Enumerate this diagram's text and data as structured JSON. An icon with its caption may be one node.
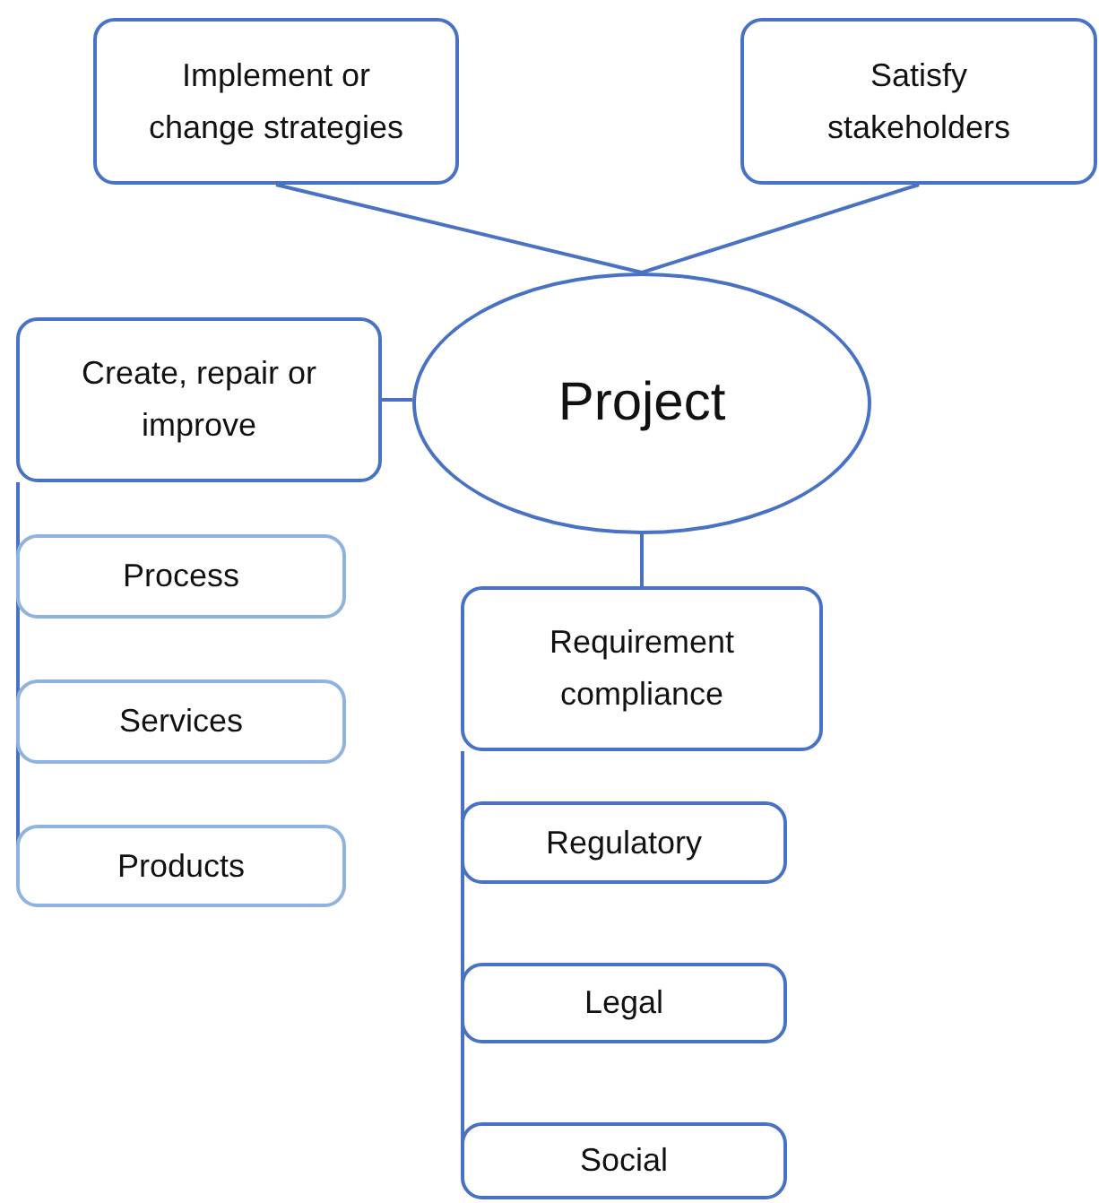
{
  "diagram": {
    "nodes": [
      {
        "text": [
          "Implement or change strategies"
        ]
      },
      {
        "text": [
          "Satisfy stakeholders"
        ]
      },
      {
        "text": [
          "Create, repair or improve"
        ]
      },
      {
        "text": [
          "Project"
        ]
      },
      {
        "text": [
          "Process"
        ]
      },
      {
        "text": [
          "Services"
        ]
      },
      {
        "text": [
          "Products"
        ]
      },
      {
        "text": [
          "Requirement compliance"
        ]
      },
      {
        "text": [
          "Regulatory"
        ]
      },
      {
        "text": [
          "Legal"
        ]
      },
      {
        "text": [
          "Social"
        ]
      }
    ],
    "edges": [
      {
        "from": 0,
        "to": 3,
        "arrow": "none"
      },
      {
        "from": 1,
        "to": 3,
        "arrow": "none"
      },
      {
        "from": 2,
        "to": 3,
        "arrow": "none"
      },
      {
        "from": 3,
        "to": 7,
        "arrow": "none"
      },
      {
        "from": 2,
        "to": 4,
        "arrow": "none"
      },
      {
        "from": 2,
        "to": 5,
        "arrow": "none"
      },
      {
        "from": 2,
        "to": 6,
        "arrow": "none"
      },
      {
        "from": 7,
        "to": 8,
        "arrow": "none"
      },
      {
        "from": 7,
        "to": 9,
        "arrow": "none"
      },
      {
        "from": 7,
        "to": 10,
        "arrow": "none"
      }
    ]
  }
}
